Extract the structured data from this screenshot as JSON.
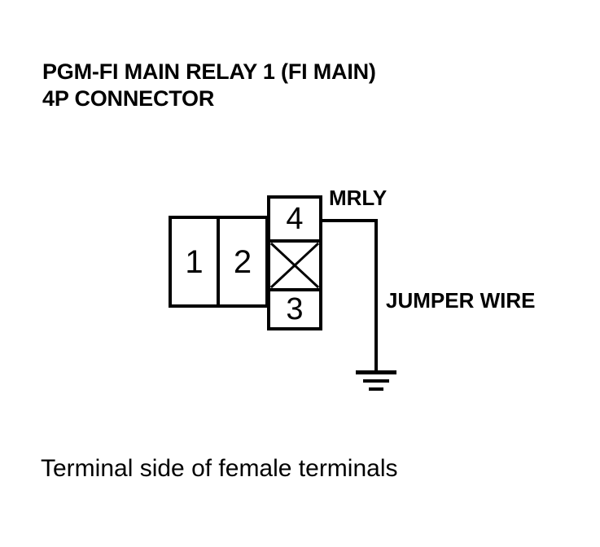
{
  "figure": {
    "title_lines": [
      "PGM-FI MAIN RELAY 1 (FI MAIN)",
      "4P CONNECTOR"
    ],
    "caption": "Terminal side of female terminals",
    "colors": {
      "ink": "#000000",
      "background": "#ffffff"
    }
  },
  "connector": {
    "type": "4P CONNECTOR",
    "terminals": [
      {
        "id": "terminal-1",
        "number": "1",
        "marked": false
      },
      {
        "id": "terminal-2",
        "number": "2",
        "marked": false
      },
      {
        "id": "terminal-3",
        "number": "3",
        "marked": false
      },
      {
        "id": "terminal-4",
        "number": "4",
        "marked": false
      }
    ],
    "blank_cavity": {
      "id": "blank-cavity",
      "number": "",
      "marked": true,
      "mark": "x-cross"
    }
  },
  "wiring": {
    "mrly_label": "MRLY",
    "jumper_wire_label": "JUMPER WIRE",
    "jumper_from": "4",
    "jumper_to": "ground",
    "ground_symbol": "earth-ground"
  }
}
